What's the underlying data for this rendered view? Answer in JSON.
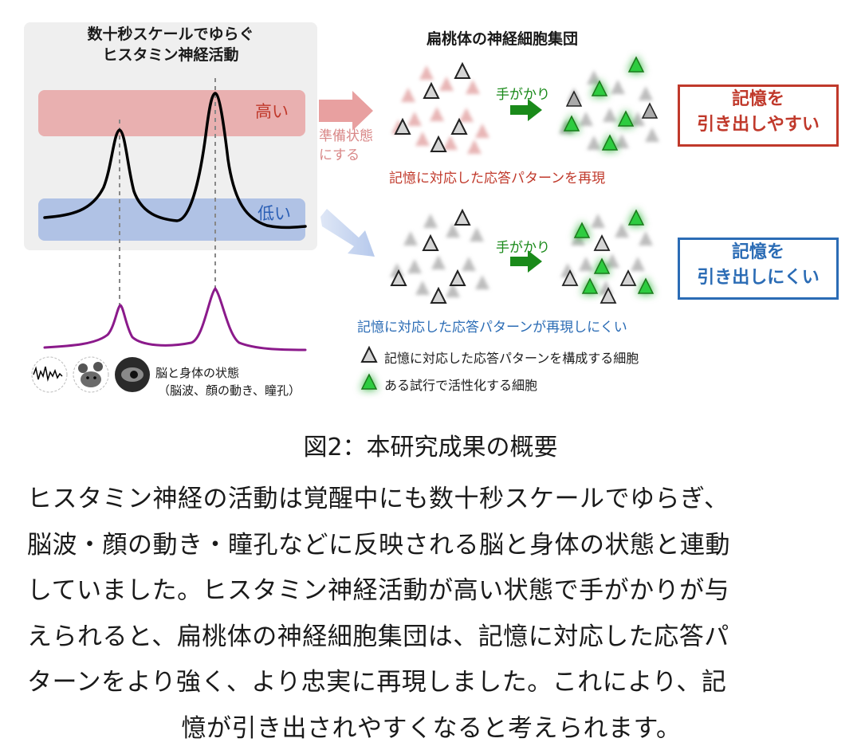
{
  "left": {
    "title_line1": "数十秒スケールでゆらぐ",
    "title_line2": "ヒスタミン神経活動",
    "high_label": "高い",
    "low_label": "低い",
    "state_label": "脳と身体の状態",
    "state_sub": "（脳波、顔の動き、瞳孔）"
  },
  "arrow_label_line1": "準備状態",
  "arrow_label_line2": "にする",
  "right": {
    "title": "扁桃体の神経細胞集団",
    "cue_top": "手がかり",
    "cue_bottom": "手がかり",
    "caption_top": "記憶に対応した応答パターンを再現",
    "caption_bottom": "記憶に対応した応答パターンが再現しにくい",
    "outcome_high_l1": "記憶を",
    "outcome_high_l2": "引き出しやすい",
    "outcome_low_l1": "記憶を",
    "outcome_low_l2": "引き出しにくい",
    "legend_gray": "記憶に対応した応答パターンを構成する細胞",
    "legend_green": "ある試行で活性化する細胞"
  },
  "colors": {
    "high": "#c0392b",
    "low": "#2b6cb5",
    "active_cell": "#2ecc40",
    "trace_top": "#000000",
    "trace_bottom": "#8b1a8b"
  },
  "figure_caption": "図2：本研究成果の概要",
  "body_line1": "ヒスタミン神経の活動は覚醒中にも数十秒スケールでゆらぎ、",
  "body_line2": "脳波・顔の動き・瞳孔などに反映される脳と身体の状態と連動",
  "body_line3": "していました。ヒスタミン神経活動が高い状態で手がかりが与",
  "body_line4": "えられると、扁桃体の神経細胞集団は、記憶に対応した応答パ",
  "body_line5": "ターンをより強く、より忠実に再現しました。これにより、記",
  "body_line6": "憶が引き出されやすくなると考えられます。"
}
